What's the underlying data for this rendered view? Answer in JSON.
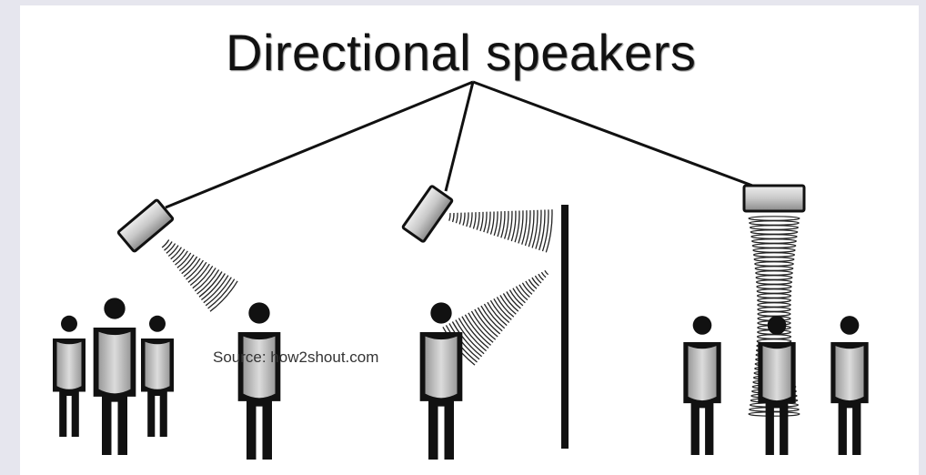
{
  "title": "Directional speakers",
  "source": "Source: how2shout.com",
  "colors": {
    "page_background": "#e6e6ee",
    "panel_background": "#ffffff",
    "ink": "#111111",
    "speaker_fill": "#c8c8c8",
    "person_fill": "#bdbdbd"
  },
  "scenes": [
    {
      "name": "angled-speaker-direct",
      "speaker": "speaker-icon",
      "listeners": 4
    },
    {
      "name": "angled-speaker-reflected-off-wall",
      "speaker": "speaker-icon",
      "listeners": 1
    },
    {
      "name": "overhead-speaker-downward",
      "speaker": "speaker-icon",
      "listeners": 3
    }
  ]
}
